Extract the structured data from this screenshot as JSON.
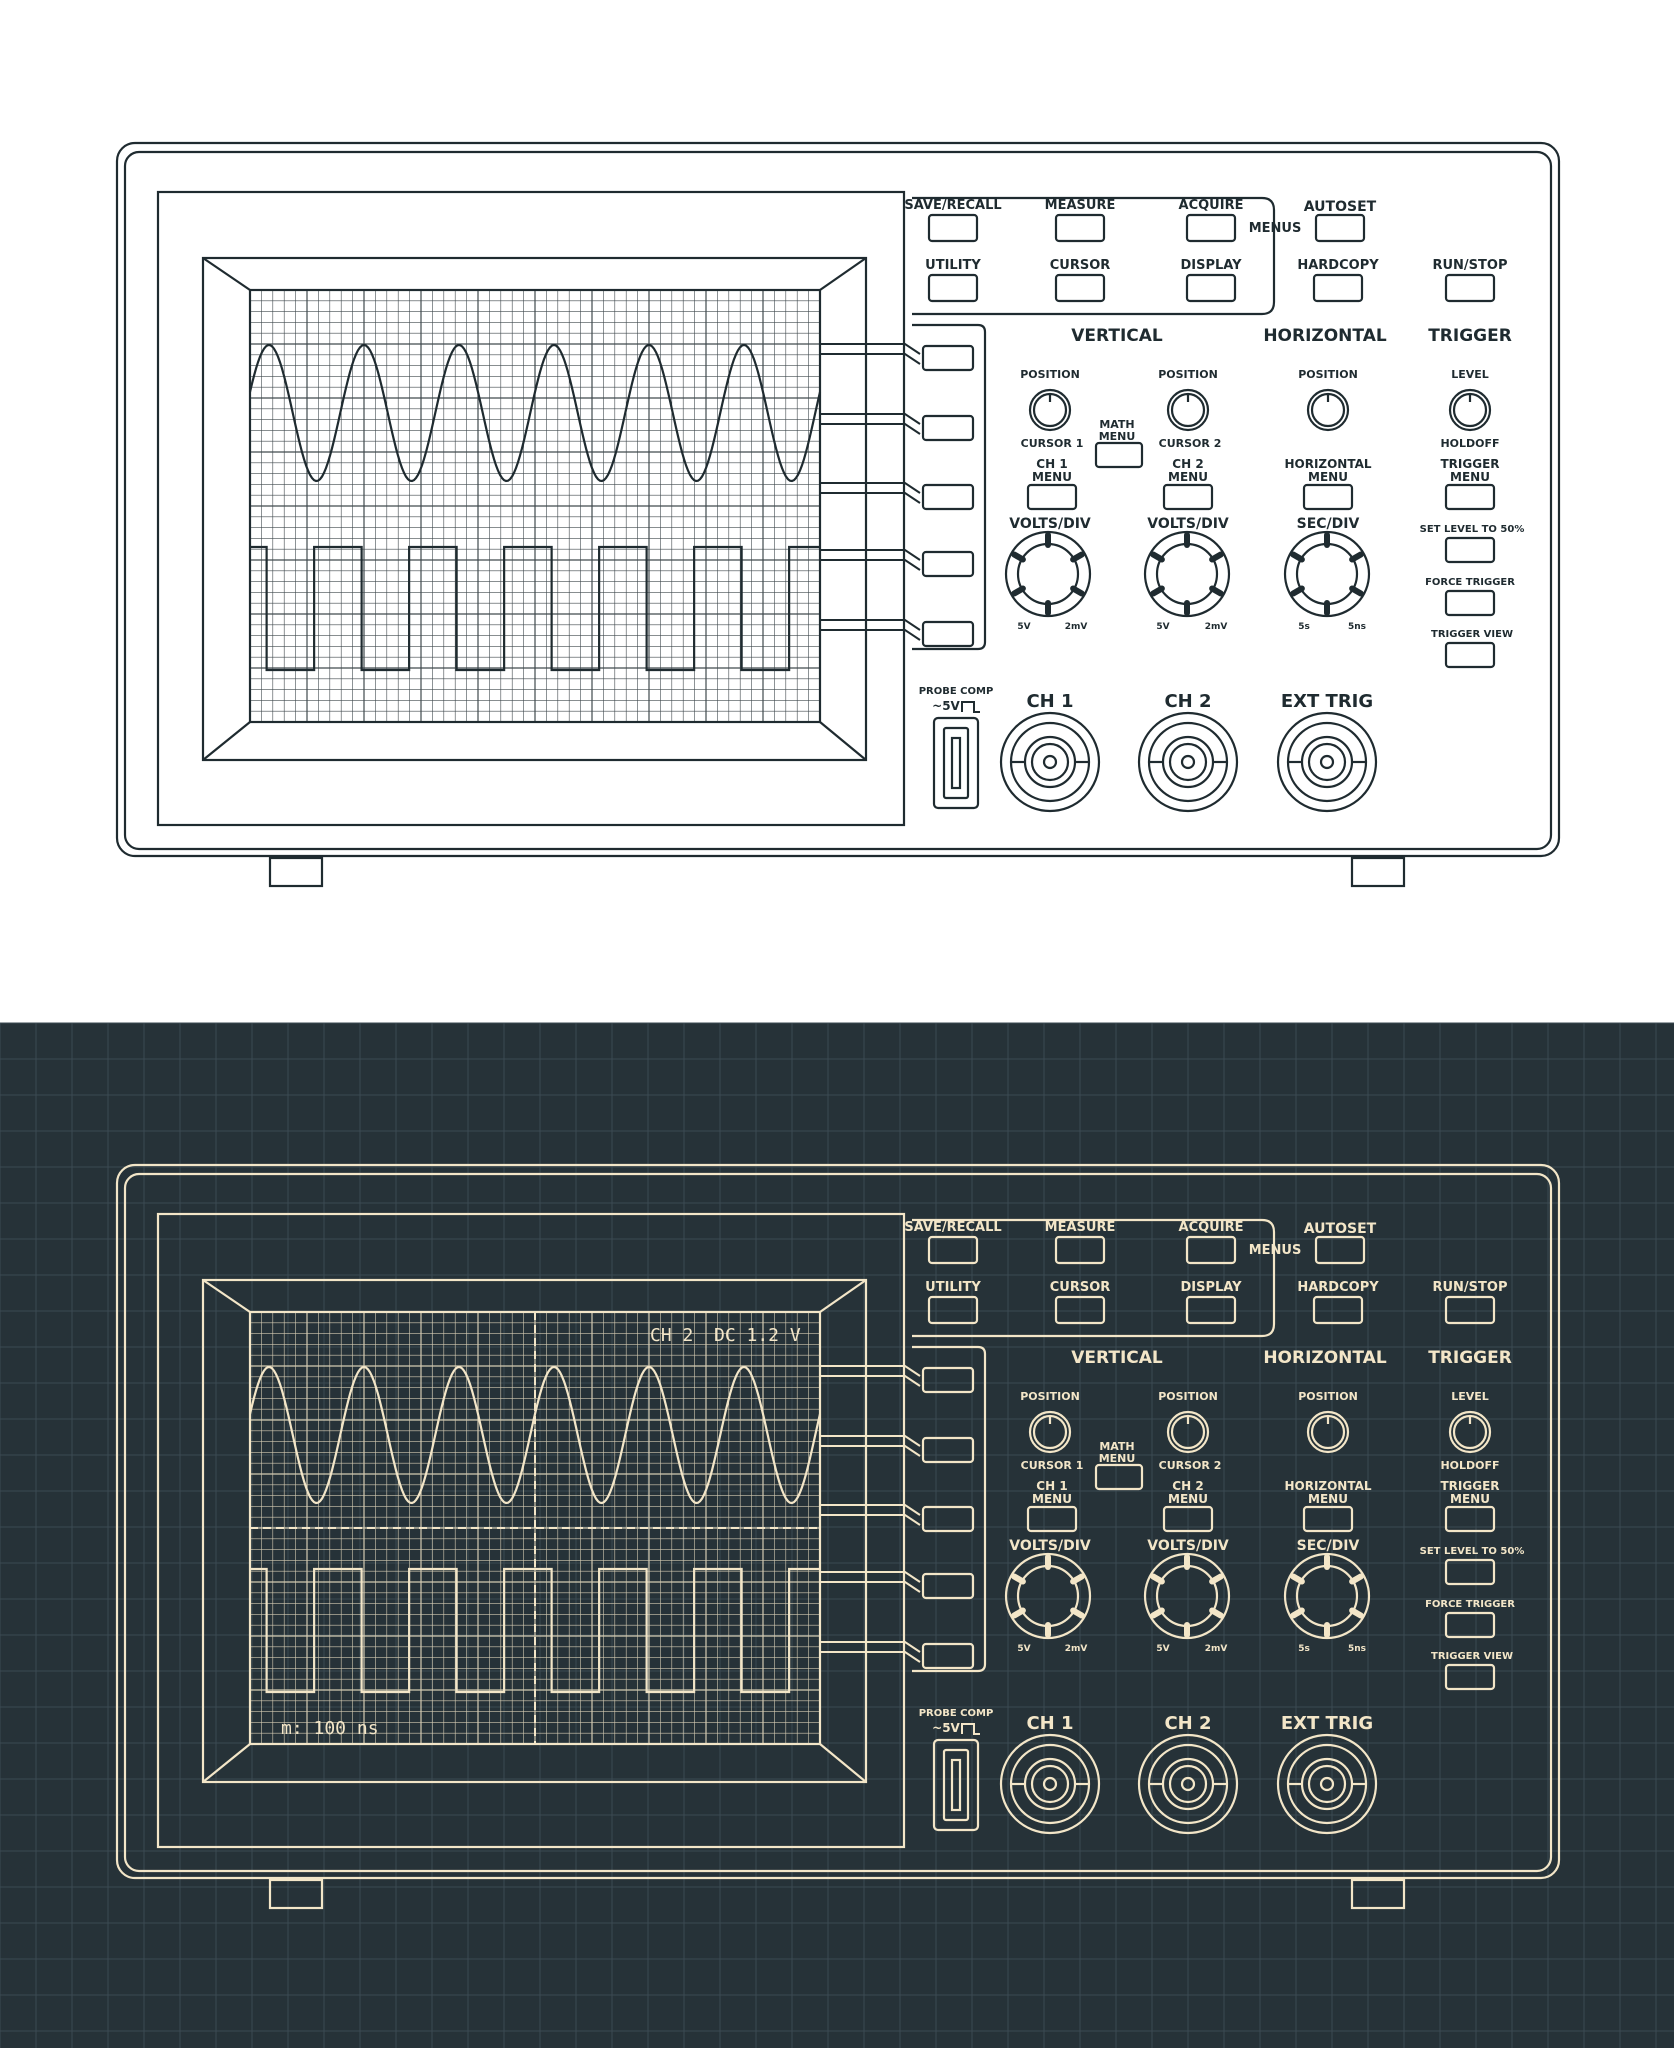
{
  "colors": {
    "light_bg": "#ffffff",
    "light_ink": "#1f2b30",
    "dark_bg": "#263238",
    "dark_ink": "#f3e6c8",
    "blueprint_grid": "#3b4a52"
  },
  "panel": {
    "menus": {
      "save_recall": "SAVE/RECALL",
      "measure": "MEASURE",
      "acquire": "ACQUIRE",
      "utility": "UTILITY",
      "cursor": "CURSOR",
      "display": "DISPLAY",
      "menus": "MENUS",
      "autoset": "AUTOSET",
      "hardcopy": "HARDCOPY",
      "run_stop": "RUN/STOP"
    },
    "sections": {
      "vertical": "VERTICAL",
      "horizontal": "HORIZONTAL",
      "trigger": "TRIGGER"
    },
    "vertical": {
      "position_1": "POSITION",
      "cursor_1": "CURSOR 1",
      "position_2": "POSITION",
      "cursor_2": "CURSOR 2",
      "math_menu_1": "MATH",
      "math_menu_2": "MENU",
      "ch1_menu_1": "CH 1",
      "ch1_menu_2": "MENU",
      "ch2_menu_1": "CH 2",
      "ch2_menu_2": "MENU",
      "volts_div_1": "VOLTS/DIV",
      "volts_div_2": "VOLTS/DIV",
      "range_min": "5V",
      "range_max": "2mV"
    },
    "horizontal": {
      "position": "POSITION",
      "menu_1": "HORIZONTAL",
      "menu_2": "MENU",
      "sec_div": "SEC/DIV",
      "range_min": "5s",
      "range_max": "5ns"
    },
    "trigger": {
      "level": "LEVEL",
      "holdoff": "HOLDOFF",
      "menu_1": "TRIGGER",
      "menu_2": "MENU",
      "set_level": "SET LEVEL TO 50%",
      "force": "FORCE TRIGGER",
      "view": "TRIGGER VIEW"
    },
    "probe_comp_1": "PROBE COMP",
    "probe_comp_2": "~5V",
    "inputs": [
      "CH 1",
      "CH 2",
      "EXT  TRIG"
    ]
  },
  "screen_readout": {
    "channel": "CH 2",
    "coupling_scale": "DC 1.2 V",
    "timebase": "m: 100 ns"
  }
}
